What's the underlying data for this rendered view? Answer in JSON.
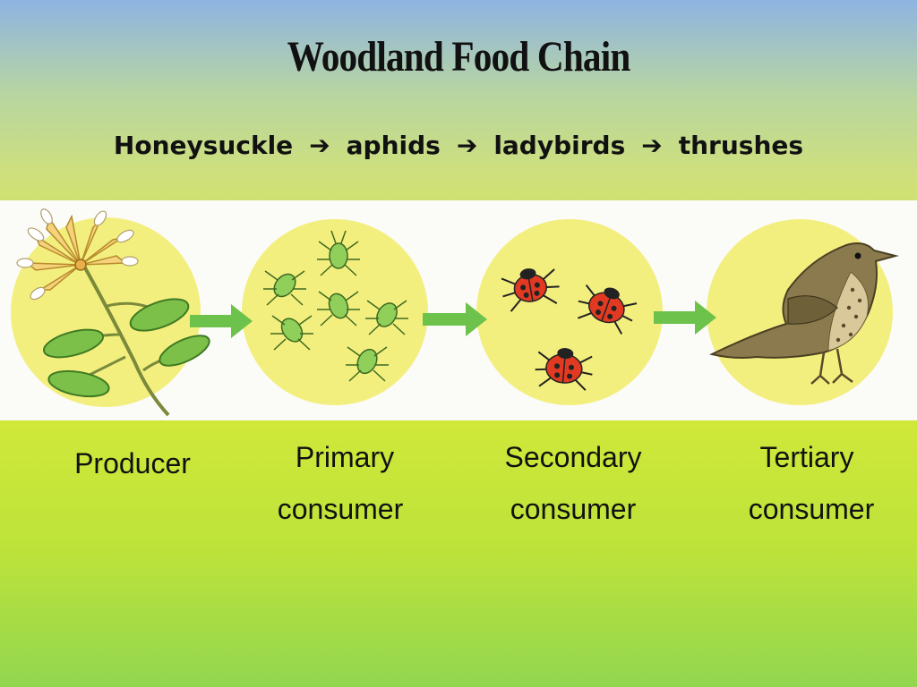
{
  "title": "Woodland Food Chain",
  "chain": {
    "items": [
      "Honeysuckle",
      "aphids",
      "ladybirds",
      "thrushes"
    ],
    "arrow_icon": "right-arrow-icon"
  },
  "diagram": {
    "circle_color": "#f3ef7e",
    "arrow_color": "#6cc24a",
    "stages": [
      {
        "organism": "honeysuckle",
        "icon": "honeysuckle-plant-icon"
      },
      {
        "organism": "aphids",
        "icon": "aphid-icon"
      },
      {
        "organism": "ladybirds",
        "icon": "ladybird-icon"
      },
      {
        "organism": "thrush",
        "icon": "thrush-bird-icon"
      }
    ]
  },
  "labels": {
    "producer": "Producer",
    "primary_1": "Primary",
    "primary_2": "consumer",
    "secondary_1": "Secondary",
    "secondary_2": "consumer",
    "tertiary_1": "Tertiary",
    "tertiary_2": "consumer"
  }
}
